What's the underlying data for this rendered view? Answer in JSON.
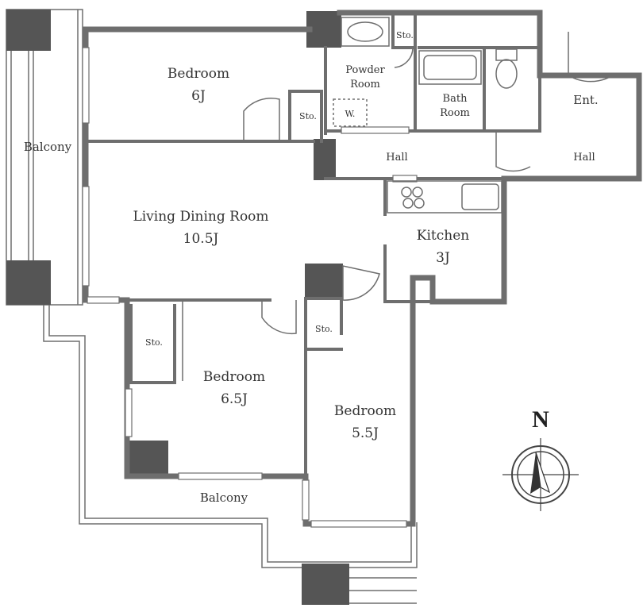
{
  "colors": {
    "wall": "#6e6e6e",
    "pillar": "#555555",
    "background": "#ffffff",
    "text": "#333333"
  },
  "rooms": {
    "bedroom_nw": {
      "name": "Bedroom",
      "size": "6J"
    },
    "living": {
      "name": "Living Dining Room",
      "size": "10.5J"
    },
    "kitchen": {
      "name": "Kitchen",
      "size": "3J"
    },
    "bedroom_sw": {
      "name": "Bedroom",
      "size": "6.5J"
    },
    "bedroom_s": {
      "name": "Bedroom",
      "size": "5.5J"
    },
    "powder_room": {
      "line1": "Powder",
      "line2": "Room"
    },
    "bath_room": {
      "line1": "Bath",
      "line2": "Room"
    },
    "washer": "W.",
    "hall_1": "Hall",
    "hall_2": "Hall",
    "entrance": "Ent.",
    "balcony_west": "Balcony",
    "balcony_south": "Balcony",
    "storage_top": "Sto.",
    "storage_bed1": "Sto.",
    "storage_bed2": "Sto.",
    "storage_bed3": "Sto."
  },
  "compass": {
    "north_label": "N",
    "icon": "compass-rose-icon"
  }
}
